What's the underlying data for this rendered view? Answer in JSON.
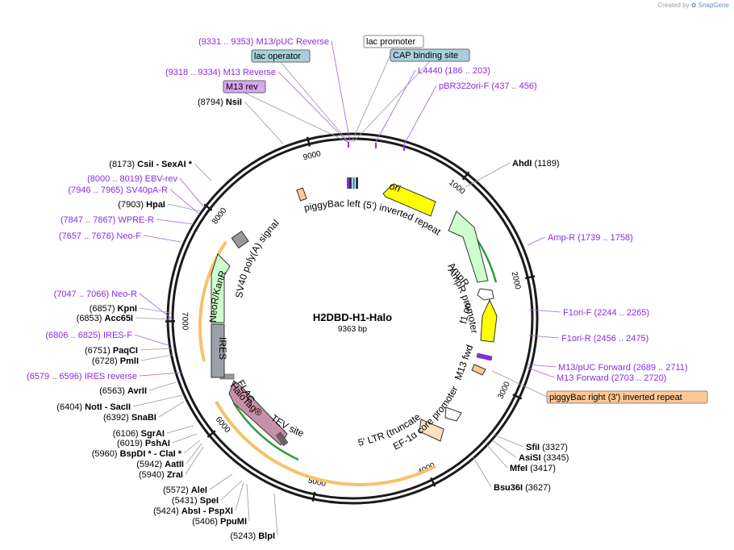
{
  "credit": {
    "text": "Created by",
    "brand": "SnapGene"
  },
  "plasmid": {
    "name": "H2DBD-H1-Halo",
    "length": 9363,
    "length_label": "9363 bp"
  },
  "ticks": [
    "1000",
    "2000",
    "3000",
    "4000",
    "5000",
    "6000",
    "7000",
    "8000",
    "9000"
  ],
  "features": [
    {
      "name": "ori",
      "color": "#ffff00"
    },
    {
      "name": "AmpR",
      "color": "#ccffcc"
    },
    {
      "name": "AmpR promoter",
      "color": "#ffffff"
    },
    {
      "name": "f1 ori",
      "color": "#ffff00"
    },
    {
      "name": "EF-1α core promoter",
      "color": "#ffffff"
    },
    {
      "name": "5' LTR (truncated)",
      "color": "#ffe0c0"
    },
    {
      "name": "HaloTag®",
      "color": "#c890a8"
    },
    {
      "name": "TEV site",
      "color": "#666666"
    },
    {
      "name": "FLAG",
      "color": "#999999"
    },
    {
      "name": "IRES",
      "color": "#9aa0a6"
    },
    {
      "name": "NeoR/KanR",
      "color": "#ccffcc"
    },
    {
      "name": "SV40 poly(A) signal",
      "color": "#999999"
    },
    {
      "name": "piggyBac left (5') inverted repeat",
      "color": "#ffc896"
    },
    {
      "name": "M13 fwd",
      "color": "#8a2be2"
    }
  ],
  "boxed_labels": {
    "lac_promoter": "lac promoter",
    "lac_operator": "lac operator",
    "cap_site": "CAP binding site",
    "m13_rev": "M13 rev",
    "pbac_right": "piggyBac right (3') inverted repeat"
  },
  "sites": [
    {
      "name": "NsiI",
      "pos": "(8794)"
    },
    {
      "name": "CsiI  - SexAI *",
      "pos": "(8173)"
    },
    {
      "name": "HpaI",
      "pos": "(7903)"
    },
    {
      "name": "KpnI",
      "pos": "(6857)"
    },
    {
      "name": "Acc65I",
      "pos": "(6853)"
    },
    {
      "name": "PaqCI",
      "pos": "(6751)"
    },
    {
      "name": "PmlI",
      "pos": "(6728)"
    },
    {
      "name": "AvrII",
      "pos": "(6563)"
    },
    {
      "name": "NotI  - SacII",
      "pos": "(6404)"
    },
    {
      "name": "SnaBI",
      "pos": "(6392)"
    },
    {
      "name": "SgrAI",
      "pos": "(6106)"
    },
    {
      "name": "PshAI",
      "pos": "(6019)"
    },
    {
      "name": "BspDI *  - ClaI *",
      "pos": "(5960)"
    },
    {
      "name": "AatII",
      "pos": "(5942)"
    },
    {
      "name": "ZraI",
      "pos": "(5940)"
    },
    {
      "name": "AleI",
      "pos": "(5572)"
    },
    {
      "name": "SpeI",
      "pos": "(5431)"
    },
    {
      "name": "AbsI  - PspXI",
      "pos": "(5424)"
    },
    {
      "name": "PpuMI",
      "pos": "(5406)"
    },
    {
      "name": "BlpI",
      "pos": "(5243)"
    },
    {
      "name": "AhdI",
      "pos": "(1189)"
    },
    {
      "name": "SfiI",
      "pos": "(3327)"
    },
    {
      "name": "AsiSI",
      "pos": "(3345)"
    },
    {
      "name": "MfeI",
      "pos": "(3417)"
    },
    {
      "name": "Bsu36I",
      "pos": "(3627)"
    }
  ],
  "primers": [
    {
      "name": "M13/pUC Reverse",
      "range": "(9331 .. 9353)"
    },
    {
      "name": "M13 Reverse",
      "range": "(9318 .. 9334)"
    },
    {
      "name": "L4440",
      "range": "(186 .. 203)"
    },
    {
      "name": "pBR322ori-F",
      "range": "(437 .. 456)"
    },
    {
      "name": "EBV-rev",
      "range": "(8000 .. 8019)"
    },
    {
      "name": "SV40pA-R",
      "range": "(7946 .. 7965)"
    },
    {
      "name": "WPRE-R",
      "range": "(7847 .. 7867)"
    },
    {
      "name": "Neo-F",
      "range": "(7657 .. 7676)"
    },
    {
      "name": "Neo-R",
      "range": "(7047 .. 7066)"
    },
    {
      "name": "IRES-F",
      "range": "(6806 .. 6825)"
    },
    {
      "name": "IRES reverse",
      "range": "(6579 .. 6596)"
    },
    {
      "name": "Amp-R",
      "range": "(1739 .. 1758)"
    },
    {
      "name": "F1ori-F",
      "range": "(2244 .. 2265)"
    },
    {
      "name": "F1ori-R",
      "range": "(2456 .. 2475)"
    },
    {
      "name": "M13/pUC Forward",
      "range": "(2689 .. 2711)"
    },
    {
      "name": "M13 Forward",
      "range": "(2703 .. 2720)"
    }
  ]
}
